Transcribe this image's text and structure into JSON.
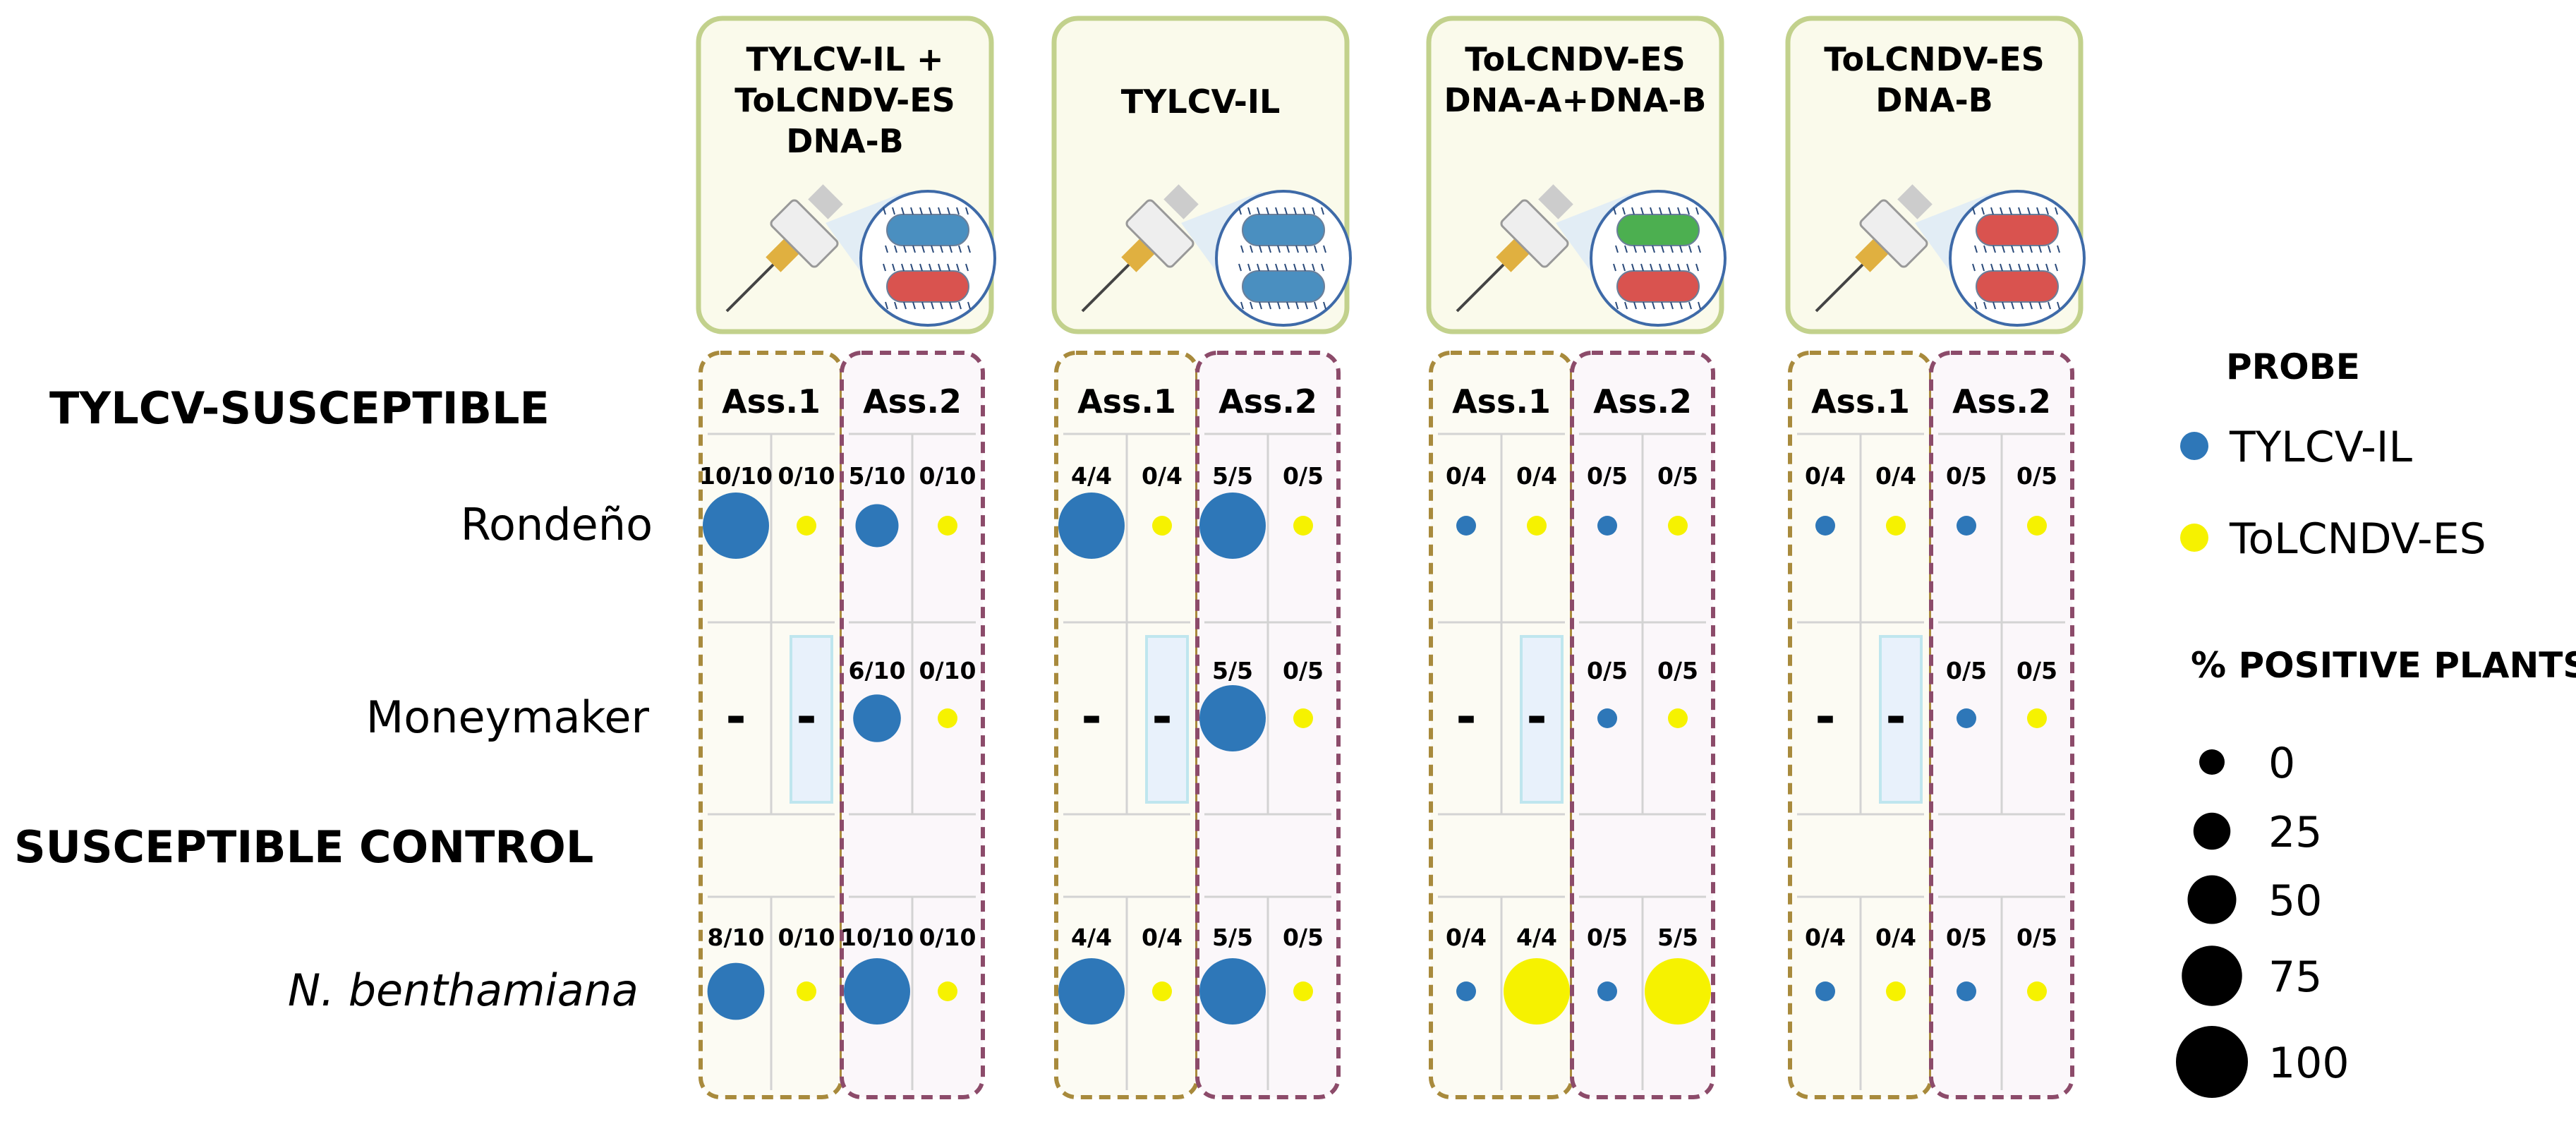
{
  "section_labels": {
    "susceptible": "TYLCV-SUSCEPTIBLE",
    "control": "SUSCEPTIBLE CONTROL"
  },
  "plants": [
    {
      "name": "Rondeño",
      "italic": false
    },
    {
      "name": "Moneymaker",
      "italic": false
    },
    {
      "name": "N. benthamiana",
      "italic": true
    }
  ],
  "assay_labels": [
    "Ass.1",
    "Ass.2"
  ],
  "not_tested_mark": "-",
  "probes": {
    "TYLCV-IL": "#2e77b8",
    "ToLCNDV-ES": "#f6f200"
  },
  "treatments": [
    {
      "title_lines": [
        "TYLCV-IL +",
        "ToLCNDV-ES",
        "DNA-B"
      ],
      "bacteria_colors": [
        "#4a8fc0",
        "#d9534f"
      ],
      "results": [
        [
          [
            {
              "label": "10/10",
              "percent": 100
            },
            {
              "label": "0/10",
              "percent": 0
            }
          ],
          [
            {
              "label": "5/10",
              "percent": 50
            },
            {
              "label": "0/10",
              "percent": 0
            }
          ]
        ],
        [
          null,
          [
            {
              "label": "6/10",
              "percent": 60
            },
            {
              "label": "0/10",
              "percent": 0
            }
          ]
        ],
        [
          [
            {
              "label": "8/10",
              "percent": 80
            },
            {
              "label": "0/10",
              "percent": 0
            }
          ],
          [
            {
              "label": "10/10",
              "percent": 100
            },
            {
              "label": "0/10",
              "percent": 0
            }
          ]
        ]
      ]
    },
    {
      "title_lines": [
        "TYLCV-IL"
      ],
      "bacteria_colors": [
        "#4a8fc0",
        "#4a8fc0"
      ],
      "results": [
        [
          [
            {
              "label": "4/4",
              "percent": 100
            },
            {
              "label": "0/4",
              "percent": 0
            }
          ],
          [
            {
              "label": "5/5",
              "percent": 100
            },
            {
              "label": "0/5",
              "percent": 0
            }
          ]
        ],
        [
          null,
          [
            {
              "label": "5/5",
              "percent": 100
            },
            {
              "label": "0/5",
              "percent": 0
            }
          ]
        ],
        [
          [
            {
              "label": "4/4",
              "percent": 100
            },
            {
              "label": "0/4",
              "percent": 0
            }
          ],
          [
            {
              "label": "5/5",
              "percent": 100
            },
            {
              "label": "0/5",
              "percent": 0
            }
          ]
        ]
      ]
    },
    {
      "title_lines": [
        "ToLCNDV-ES",
        "DNA-A+DNA-B"
      ],
      "bacteria_colors": [
        "#4caf50",
        "#d9534f"
      ],
      "results": [
        [
          [
            {
              "label": "0/4",
              "percent": 0
            },
            {
              "label": "0/4",
              "percent": 0
            }
          ],
          [
            {
              "label": "0/5",
              "percent": 0
            },
            {
              "label": "0/5",
              "percent": 0
            }
          ]
        ],
        [
          null,
          [
            {
              "label": "0/5",
              "percent": 0
            },
            {
              "label": "0/5",
              "percent": 0
            }
          ]
        ],
        [
          [
            {
              "label": "0/4",
              "percent": 0
            },
            {
              "label": "4/4",
              "percent": 100
            }
          ],
          [
            {
              "label": "0/5",
              "percent": 0
            },
            {
              "label": "5/5",
              "percent": 100
            }
          ]
        ]
      ]
    },
    {
      "title_lines": [
        "ToLCNDV-ES",
        "DNA-B"
      ],
      "bacteria_colors": [
        "#d9534f",
        "#d9534f"
      ],
      "results": [
        [
          [
            {
              "label": "0/4",
              "percent": 0
            },
            {
              "label": "0/4",
              "percent": 0
            }
          ],
          [
            {
              "label": "0/5",
              "percent": 0
            },
            {
              "label": "0/5",
              "percent": 0
            }
          ]
        ],
        [
          null,
          [
            {
              "label": "0/5",
              "percent": 0
            },
            {
              "label": "0/5",
              "percent": 0
            }
          ]
        ],
        [
          [
            {
              "label": "0/4",
              "percent": 0
            },
            {
              "label": "0/4",
              "percent": 0
            }
          ],
          [
            {
              "label": "0/5",
              "percent": 0
            },
            {
              "label": "0/5",
              "percent": 0
            }
          ]
        ]
      ]
    }
  ],
  "legend": {
    "probe_title": "PROBE",
    "probe_items": [
      {
        "label": "TYLCV-IL",
        "color": "#2e77b8"
      },
      {
        "label": "ToLCNDV-ES",
        "color": "#f6f200"
      }
    ],
    "size_title": "% POSITIVE PLANTS",
    "size_items": [
      {
        "label": "0",
        "percent": 0
      },
      {
        "label": "25",
        "percent": 25
      },
      {
        "label": "50",
        "percent": 50
      },
      {
        "label": "75",
        "percent": 75
      },
      {
        "label": "100",
        "percent": 100
      }
    ]
  },
  "border_colors": {
    "card": "#c2d18c",
    "card_fill": "#fafaeb",
    "ass1": "#a88a3c",
    "ass2": "#8c4b6a",
    "ass1_fill": "#fcfbf3",
    "ass2_fill": "#fbf7fa",
    "grid": "#d3d3d3",
    "placeholder": "#bfe6ee",
    "placeholder_fill": "#e8f1fb"
  }
}
